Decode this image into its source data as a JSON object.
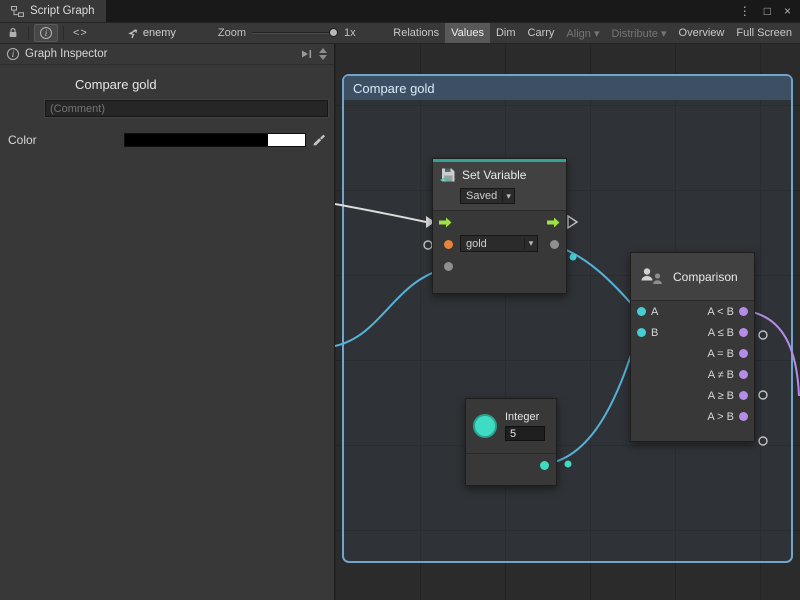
{
  "window": {
    "tab": {
      "label": "Script Graph"
    },
    "controls": {
      "menu": "⋮",
      "maximize": "□",
      "close": "×"
    }
  },
  "toolbar": {
    "code_icon": "<>",
    "graph_name": "enemy",
    "zoom_label": "Zoom",
    "zoom_value": "1x",
    "buttons": [
      {
        "label": "Relations",
        "state": "normal"
      },
      {
        "label": "Values",
        "state": "active"
      },
      {
        "label": "Dim",
        "state": "normal"
      },
      {
        "label": "Carry",
        "state": "normal"
      },
      {
        "label": "Align ▾",
        "state": "disabled"
      },
      {
        "label": "Distribute ▾",
        "state": "disabled"
      },
      {
        "label": "Overview",
        "state": "normal"
      },
      {
        "label": "Full Screen",
        "state": "normal"
      }
    ]
  },
  "inspector": {
    "header_title": "Graph Inspector",
    "graph_title": "Compare gold",
    "comment_placeholder": "(Comment)",
    "color_label": "Color"
  },
  "graph": {
    "group": {
      "title": "Compare gold"
    },
    "nodes": {
      "set_variable": {
        "title": "Set Variable",
        "kind": "Saved",
        "variable": "gold"
      },
      "comparison": {
        "title": "Comparison",
        "rows": [
          {
            "left": "A",
            "right": "A < B"
          },
          {
            "left": "B",
            "right": "A ≤ B"
          },
          {
            "left": "",
            "right": "A = B"
          },
          {
            "left": "",
            "right": "A ≠ B"
          },
          {
            "left": "",
            "right": "A ≥ B"
          },
          {
            "left": "",
            "right": "A > B"
          }
        ]
      },
      "integer": {
        "title": "Integer",
        "value": "5"
      }
    }
  },
  "icons": {
    "caret": "▾"
  },
  "colors": {
    "accent_teal": "#36a392",
    "flow_green": "#9ee04a",
    "port_orange": "#e8833a",
    "port_cyan": "#45cfd4",
    "port_purple": "#b58ce8",
    "wire_cyan": "#55b2d8",
    "wire_purple": "#b58ce8",
    "group_border": "#6fa6cf",
    "group_header": "#3d5063"
  }
}
